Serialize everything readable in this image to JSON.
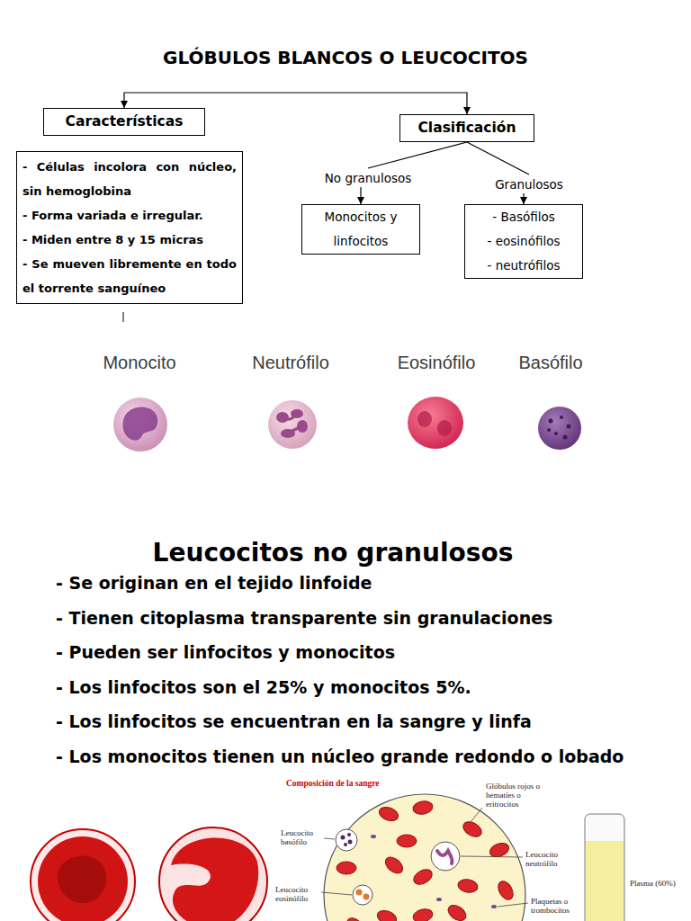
{
  "diagram": {
    "title": "GLÓBULOS BLANCOS O LEUCOCITOS",
    "nodes": [
      {
        "text": [
          "Características"
        ]
      },
      {
        "text": [
          "Clasificación"
        ]
      },
      {
        "text": [
          "- Células incolora con núcleo, sin hemoglobina",
          "- Forma variada e irregular.",
          "- Miden entre 8 y 15 micras",
          "- Se mueven libremente en todo el torrente sanguíneo"
        ]
      },
      {
        "text": [
          "No granulosos"
        ]
      },
      {
        "text": [
          "Granulosos"
        ]
      },
      {
        "text": [
          "Monocitos y linfocitos"
        ]
      },
      {
        "text": [
          "- Basófilos",
          "- eosinófilos",
          "- neutrófilos"
        ]
      }
    ],
    "edges": [
      {
        "from": 0,
        "to": 1,
        "arrow": "both"
      },
      {
        "from": 1,
        "to": 3,
        "arrow": "none"
      },
      {
        "from": 1,
        "to": 4,
        "arrow": "none"
      },
      {
        "from": 3,
        "to": 5,
        "arrow": "to"
      },
      {
        "from": 4,
        "to": 6,
        "arrow": "to"
      }
    ],
    "labels": [
      "Monocito",
      "Neutrófilo",
      "Eosinófilo",
      "Basófilo",
      "Leucocitos no granulosos",
      "- Se originan en el tejido linfoide",
      "- Tienen citoplasma transparente sin granulaciones",
      "- Pueden ser linfocitos y monocitos",
      "- Los linfocitos son el 25% y monocitos 5%.",
      "- Los linfocitos se encuentran en la sangre y linfa",
      "- Los monocitos tienen un núcleo grande redondo o lobado",
      "Composición de la sangre",
      "Glóbulos rojos o hematíes o eritrocitos",
      "Leucocito basófilo",
      "Leucocito neutrófilo",
      "Leucocito eosinófilo",
      "Plaquetas o trombocitos",
      "Plasma (60%)"
    ]
  }
}
